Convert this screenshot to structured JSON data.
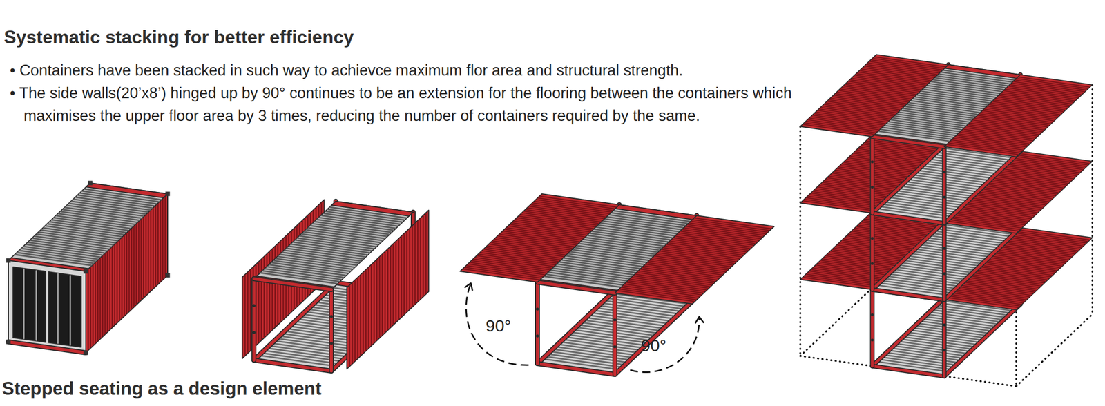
{
  "diagram": {
    "title": "Systematic stacking for better efficiency",
    "labels": [
      "• Containers have been stacked in such way to achievce maximum flor area and structural strength.",
      "• The side walls(20’x8’) hinged up by 90° continues to be an extension for the flooring between the containers which maximises the upper floor area by 3 times, reducing the number of containers required by the same.",
      "90°",
      "90°",
      "Stepped seating as a design element"
    ]
  }
}
